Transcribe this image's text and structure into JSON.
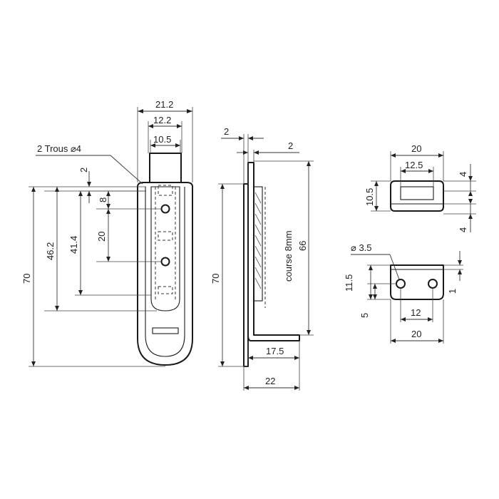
{
  "front_view": {
    "width_total": "21.2",
    "width_slot_outer": "12.2",
    "width_slot_inner": "10.5",
    "holes_note": "2 Trous ⌀4",
    "offset_top": "2",
    "hole_offset": "8",
    "hole_spacing": "20",
    "height_41": "41.4",
    "height_46": "46.2",
    "height_total": "70"
  },
  "side_view": {
    "thickness_top": "2",
    "thickness_plate": "2",
    "height_total": "70",
    "height_66": "66",
    "stroke_note": "course 8mm",
    "depth_175": "17.5",
    "depth_22": "22"
  },
  "keeper_top": {
    "width_20": "20",
    "width_125": "12.5",
    "height_105": "10.5",
    "offset_4_top": "4",
    "offset_4_bottom": "4"
  },
  "keeper_front": {
    "hole_dia": "⌀ 3.5",
    "height_115": "11.5",
    "offset_5": "5",
    "offset_1": "1",
    "hole_spacing_12": "12",
    "width_20": "20"
  }
}
